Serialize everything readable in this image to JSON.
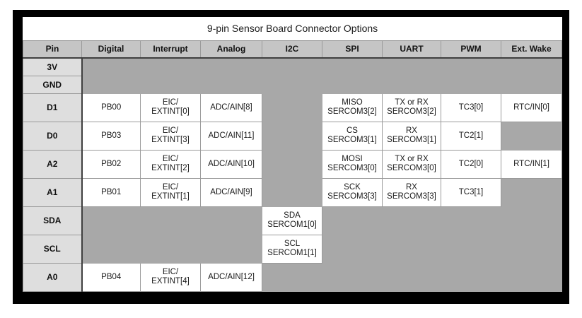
{
  "title": "9-pin Sensor Board Connector Options",
  "columns": [
    "Pin",
    "Digital",
    "Interrupt",
    "Analog",
    "I2C",
    "SPI",
    "UART",
    "PWM",
    "Ext. Wake"
  ],
  "rows": [
    {
      "pin": "3V",
      "cells": [
        "",
        "",
        "",
        "",
        "",
        "",
        "",
        ""
      ]
    },
    {
      "pin": "GND",
      "cells": [
        "",
        "",
        "",
        "",
        "",
        "",
        "",
        ""
      ]
    },
    {
      "pin": "D1",
      "cells": [
        "PB00",
        "EIC/\nEXTINT[0]",
        "ADC/AIN[8]",
        "",
        "MISO\nSERCOM3[2]",
        "TX or RX\nSERCOM3[2]",
        "TC3[0]",
        "RTC/IN[0]"
      ]
    },
    {
      "pin": "D0",
      "cells": [
        "PB03",
        "EIC/\nEXTINT[3]",
        "ADC/AIN[11]",
        "",
        "CS\nSERCOM3[1]",
        "RX\nSERCOM3[1]",
        "TC2[1]",
        ""
      ]
    },
    {
      "pin": "A2",
      "cells": [
        "PB02",
        "EIC/\nEXTINT[2]",
        "ADC/AIN[10]",
        "",
        "MOSI\nSERCOM3[0]",
        "TX or RX\nSERCOM3[0]",
        "TC2[0]",
        "RTC/IN[1]"
      ]
    },
    {
      "pin": "A1",
      "cells": [
        "PB01",
        "EIC/\nEXTINT[1]",
        "ADC/AIN[9]",
        "",
        "SCK\nSERCOM3[3]",
        "RX\nSERCOM3[3]",
        "TC3[1]",
        ""
      ]
    },
    {
      "pin": "SDA",
      "cells": [
        "",
        "",
        "",
        "SDA\nSERCOM1[0]",
        "",
        "",
        "",
        ""
      ]
    },
    {
      "pin": "SCL",
      "cells": [
        "",
        "",
        "",
        "SCL\nSERCOM1[1]",
        "",
        "",
        "",
        ""
      ]
    },
    {
      "pin": "A0",
      "cells": [
        "PB04",
        "EIC/\nEXTINT[4]",
        "ADC/AIN[12]",
        "",
        "",
        "",
        "",
        ""
      ]
    }
  ],
  "colors": {
    "frame": "#000000",
    "header_bg": "#c5c5c5",
    "pin_column_bg": "#dedede",
    "empty_cell_bg": "#a8a8a8",
    "content_cell_bg": "#ffffff",
    "grid_line": "#9a9a9a",
    "heavy_line": "#3f3f3f"
  }
}
